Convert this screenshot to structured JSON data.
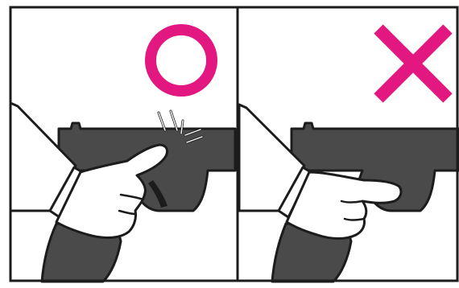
{
  "panels": [
    {
      "id": "correct",
      "mark_icon": "circle-mark-icon",
      "finger": "index-finger-straight-along-frame"
    },
    {
      "id": "incorrect",
      "mark_icon": "cross-mark-icon",
      "finger": "index-finger-on-trigger"
    }
  ],
  "colors": {
    "mark": "#e2177f",
    "gun": "#4a4a4a",
    "outline": "#1c1c1c",
    "skin": "#ffffff",
    "background": "#ffffff"
  }
}
